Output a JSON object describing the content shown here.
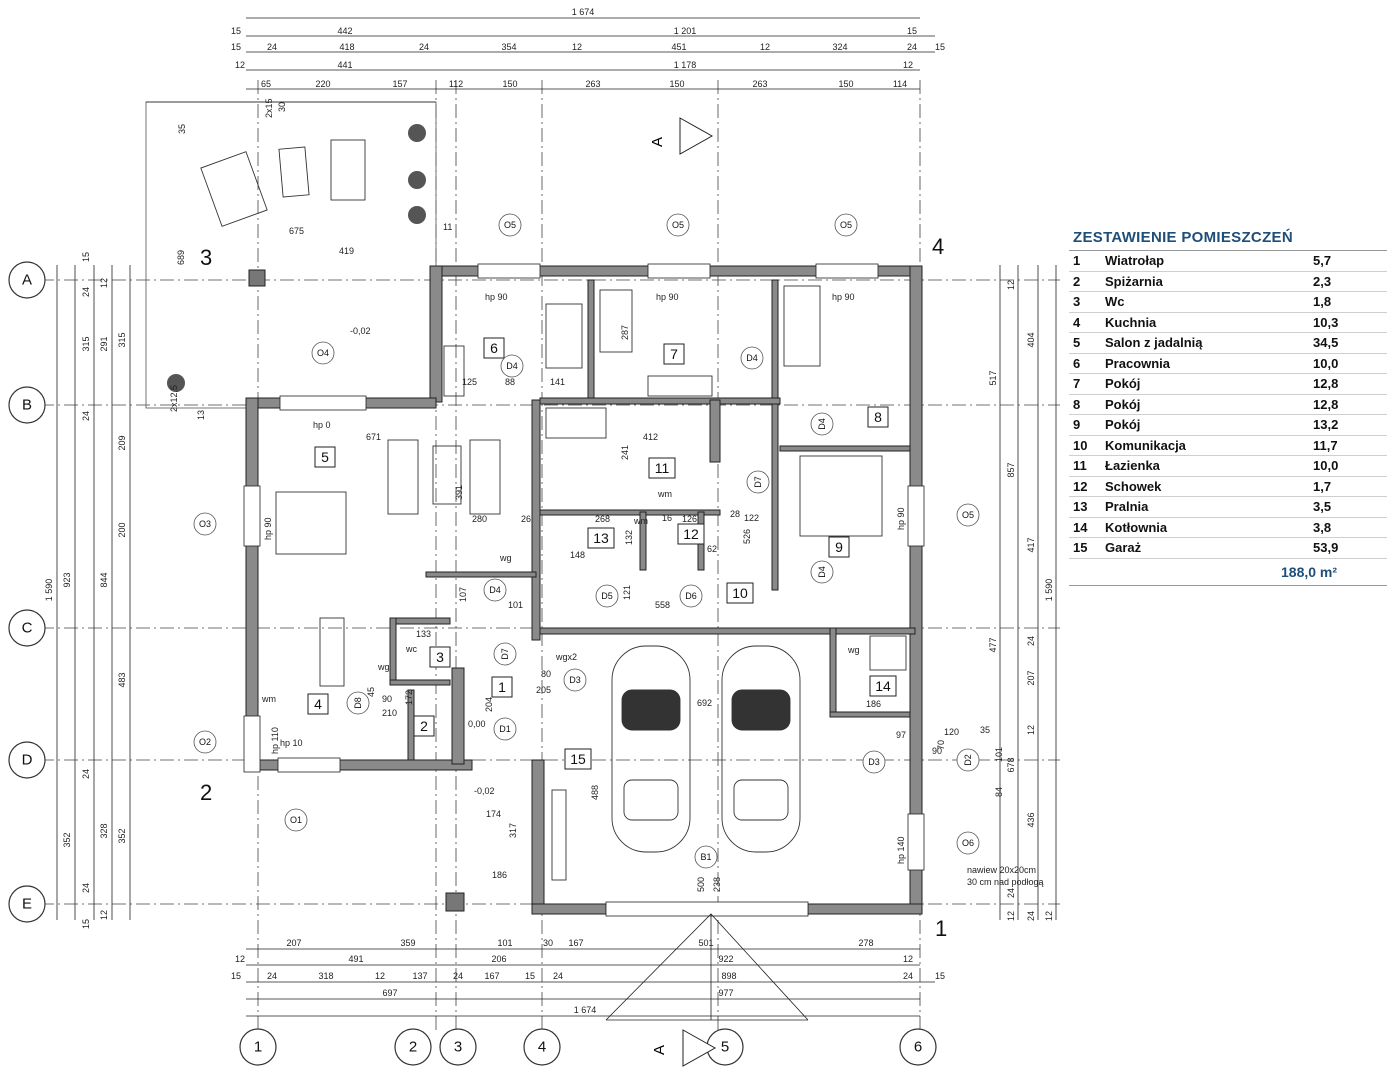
{
  "schedule": {
    "title": "ZESTAWIENIE POMIESZCZEŃ",
    "rooms": [
      {
        "no": "1",
        "name": "Wiatrołap",
        "area": "5,7"
      },
      {
        "no": "2",
        "name": "Spiżarnia",
        "area": "2,3"
      },
      {
        "no": "3",
        "name": "Wc",
        "area": "1,8"
      },
      {
        "no": "4",
        "name": "Kuchnia",
        "area": "10,3"
      },
      {
        "no": "5",
        "name": "Salon z jadalnią",
        "area": "34,5"
      },
      {
        "no": "6",
        "name": "Pracownia",
        "area": "10,0"
      },
      {
        "no": "7",
        "name": "Pokój",
        "area": "12,8"
      },
      {
        "no": "8",
        "name": "Pokój",
        "area": "12,8"
      },
      {
        "no": "9",
        "name": "Pokój",
        "area": "13,2"
      },
      {
        "no": "10",
        "name": "Komunikacja",
        "area": "11,7"
      },
      {
        "no": "11",
        "name": "Łazienka",
        "area": "10,0"
      },
      {
        "no": "12",
        "name": "Schowek",
        "area": "1,7"
      },
      {
        "no": "13",
        "name": "Pralnia",
        "area": "3,5"
      },
      {
        "no": "14",
        "name": "Kotłownia",
        "area": "3,8"
      },
      {
        "no": "15",
        "name": "Garaż",
        "area": "53,9"
      }
    ],
    "total": "188,0 m²"
  },
  "axes": {
    "rows": [
      "A",
      "B",
      "C",
      "D",
      "E"
    ],
    "cols": [
      "1",
      "2",
      "3",
      "4",
      "5",
      "6"
    ]
  },
  "corners": {
    "c1": "1",
    "c2": "2",
    "c3": "3",
    "c4": "4"
  },
  "section_marks": {
    "top": "A",
    "bottom": "A"
  },
  "top_dims": {
    "row1": [
      "1 674"
    ],
    "row2": [
      "15",
      "442",
      "1 201",
      "15"
    ],
    "row3": [
      "15",
      "24",
      "418",
      "24",
      "354",
      "12",
      "451",
      "12",
      "324",
      "24",
      "15"
    ],
    "row4": [
      "12",
      "441",
      "1 178",
      "12"
    ],
    "row5": [
      "65",
      "220",
      "157",
      "112",
      "150",
      "263",
      "150",
      "263",
      "150",
      "114"
    ]
  },
  "bottom_dims": {
    "row1": [
      "207",
      "359",
      "101",
      "30",
      "167",
      "501",
      "278"
    ],
    "row2": [
      "12",
      "491",
      "206",
      "922",
      "12"
    ],
    "row3": [
      "15",
      "24",
      "318",
      "12",
      "137",
      "24",
      "167",
      "15",
      "24",
      "898",
      "24",
      "15"
    ],
    "row4": [
      "697",
      "977"
    ],
    "row5": [
      "1 674"
    ]
  },
  "left_dims": {
    "outer": [
      "1 590"
    ],
    "c2": [
      "923",
      "352"
    ],
    "c3": [
      "315",
      "291",
      "844",
      "328"
    ],
    "c4": [
      "315",
      "209",
      "200",
      "483",
      "352"
    ],
    "small": [
      "15",
      "24",
      "12",
      "24",
      "24",
      "24",
      "12",
      "15"
    ]
  },
  "right_dims": {
    "outer": [
      "1 590"
    ],
    "c2": [
      "404",
      "857",
      "678",
      "436"
    ],
    "c3": [
      "517",
      "417",
      "477",
      "207"
    ],
    "small": [
      "12",
      "24",
      "12",
      "24",
      "12",
      "24",
      "12"
    ]
  },
  "openings": {
    "windows": [
      "O1",
      "O2",
      "O3",
      "O4",
      "O5",
      "O5",
      "O5",
      "O5",
      "O6"
    ],
    "doors": [
      "D1",
      "D2",
      "D3",
      "D3",
      "D4",
      "D4",
      "D4",
      "D4",
      "D4",
      "D5",
      "D6",
      "D7",
      "D7",
      "D8",
      "B1"
    ]
  },
  "sill_heights": [
    "hp 90",
    "hp 90",
    "hp 90",
    "hp 0",
    "hp 90",
    "hp 90",
    "hp 110",
    "hp 10",
    "hp 140"
  ],
  "levels": [
    "-0,02",
    "0,00",
    "-0,02"
  ],
  "notes": {
    "vent": "nawiew 20x20cm",
    "vent2": "30 cm nad podłogą"
  },
  "interior_dims": [
    "671",
    "391",
    "280",
    "26",
    "412",
    "241",
    "268",
    "126",
    "148",
    "132",
    "558",
    "692",
    "186",
    "125",
    "88",
    "141",
    "287",
    "526",
    "122",
    "28",
    "16",
    "62",
    "121",
    "107",
    "101",
    "80",
    "205",
    "488",
    "500",
    "238",
    "317",
    "174",
    "186",
    "133",
    "172",
    "204",
    "90",
    "210",
    "45",
    "120",
    "97",
    "101",
    "84",
    "35",
    "689",
    "675",
    "419",
    "11",
    "35",
    "2x15",
    "30",
    "2x12,5",
    "13",
    "70",
    "90"
  ],
  "fixtures": [
    "wg",
    "wm",
    "wg",
    "wgx2",
    "wm",
    "wm",
    "wg",
    "wc"
  ]
}
